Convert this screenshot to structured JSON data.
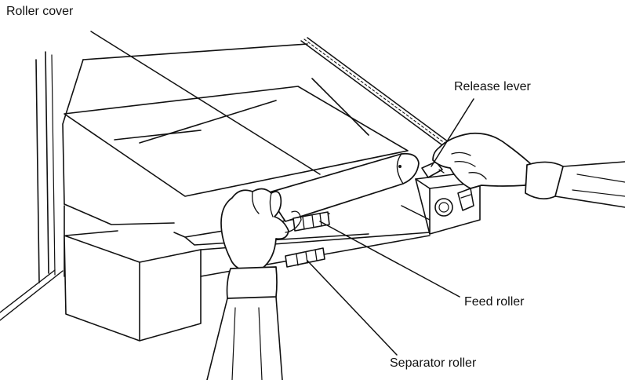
{
  "labels": {
    "roller_cover": "Roller cover",
    "release_lever": "Release lever",
    "feed_roller": "Feed roller",
    "separator_roller": "Separator roller"
  },
  "colors": {
    "ink": "#111111",
    "background": "#ffffff"
  }
}
